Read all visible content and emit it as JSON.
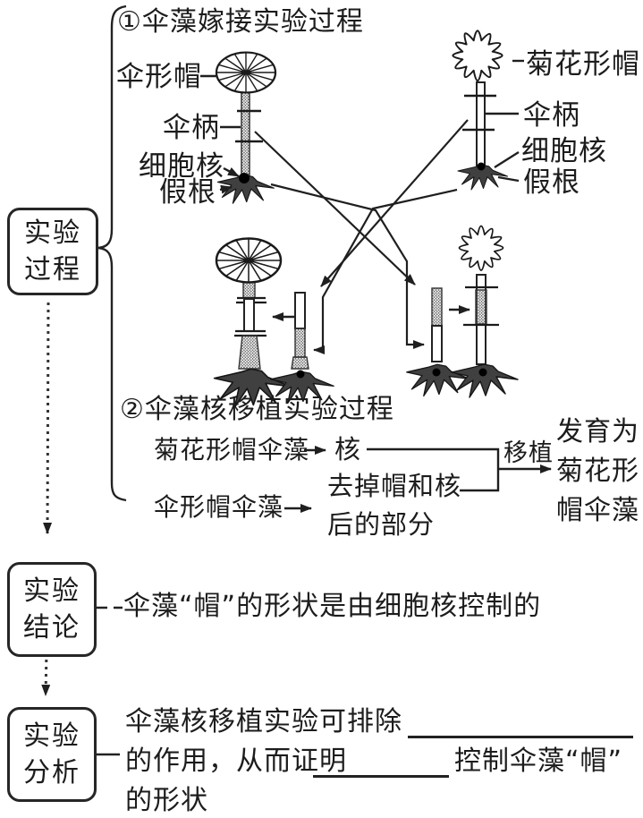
{
  "page": {
    "background": "#ffffff",
    "ink": "#1f1f1f"
  },
  "flow_boxes": {
    "process": "实验过程",
    "conclusion": "实验结论",
    "analysis": "实验分析"
  },
  "section1": {
    "title": "①伞藻嫁接实验过程",
    "umbrella_algae": {
      "cap_label": "伞形帽",
      "stalk_label": "伞柄",
      "nucleus_label": "细胞核",
      "rhizoid_label": "假根"
    },
    "flower_algae": {
      "cap_label": "菊花形帽",
      "stalk_label": "伞柄",
      "nucleus_label": "细胞核",
      "rhizoid_label": "假根"
    }
  },
  "section2": {
    "title": "②伞藻核移植实验过程",
    "donor": "菊花形帽伞藻",
    "donor_part": "核",
    "recipient": "伞形帽伞藻",
    "recipient_part_line1": "去掉帽和核",
    "recipient_part_line2": "后的部分",
    "arrow_label": "移植",
    "result_line1": "发育为",
    "result_line2": "菊花形",
    "result_line3": "帽伞藻"
  },
  "conclusion": {
    "text": "伞藻“帽”的形状是由细胞核控制的"
  },
  "analysis": {
    "line1": "伞藻核移植实验可排除",
    "line2_before_blank": "的作用，从而证明",
    "line2_after_blank": "控制伞藻“帽”",
    "line3": "的形状"
  }
}
